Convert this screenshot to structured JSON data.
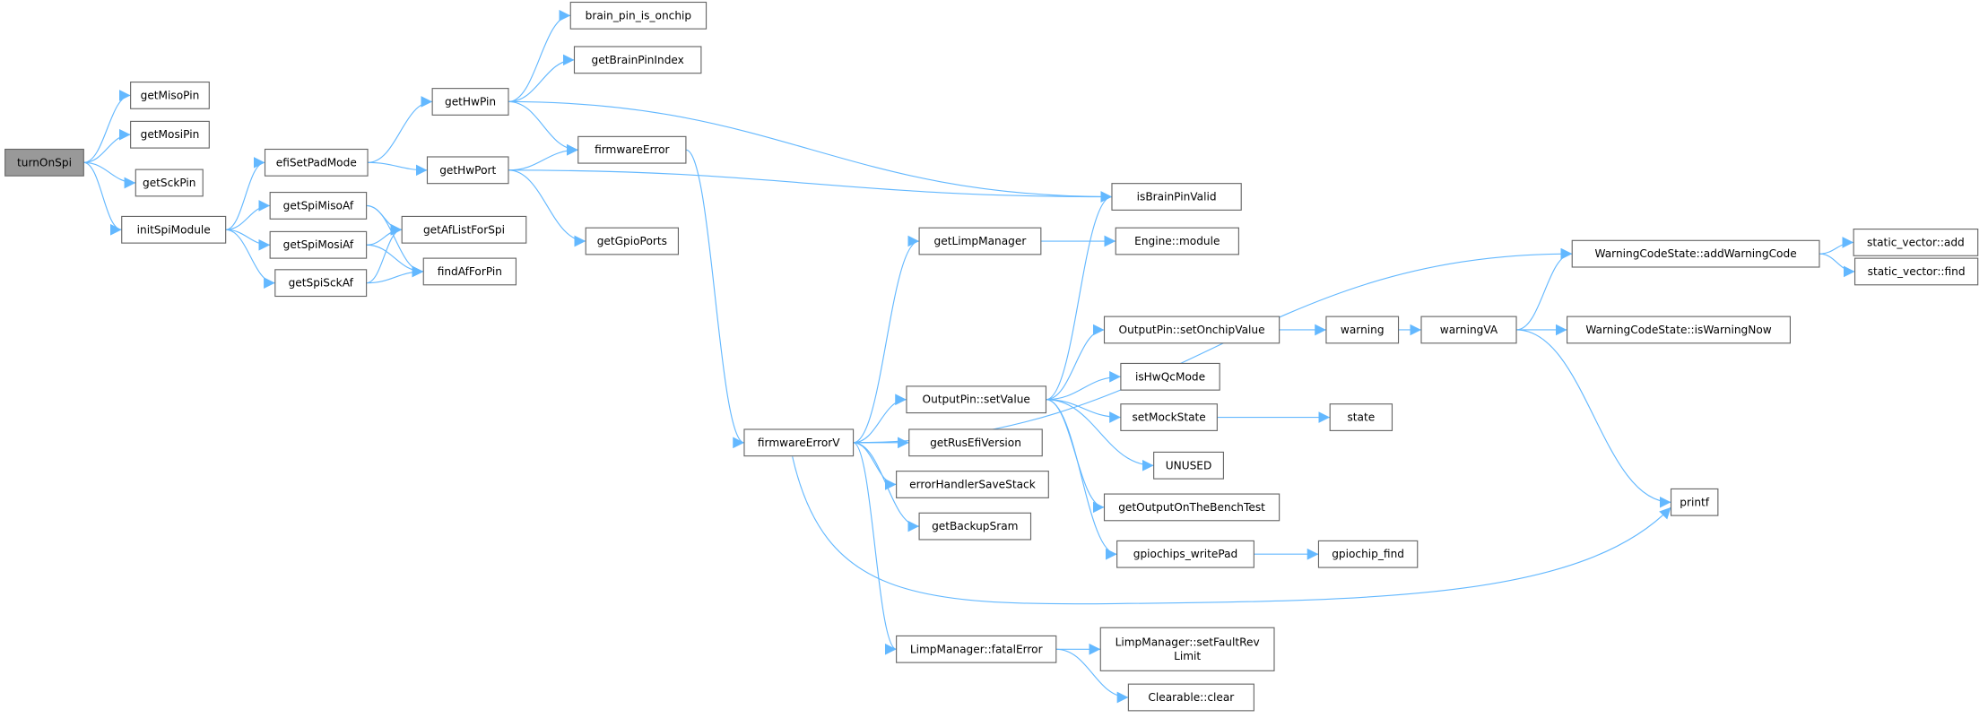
{
  "title": "turnOnSpi call graph",
  "colors": {
    "edge": "#63b8ff",
    "node_border": "#666666",
    "root_fill": "#999999",
    "node_fill": "#ffffff"
  },
  "nodes": [
    {
      "id": "turnOnSpi",
      "label": [
        "turnOnSpi"
      ],
      "root": true
    },
    {
      "id": "getMisoPin",
      "label": [
        "getMisoPin"
      ]
    },
    {
      "id": "getMosiPin",
      "label": [
        "getMosiPin"
      ]
    },
    {
      "id": "getSckPin",
      "label": [
        "getSckPin"
      ]
    },
    {
      "id": "initSpiModule",
      "label": [
        "initSpiModule"
      ]
    },
    {
      "id": "efiSetPadMode",
      "label": [
        "efiSetPadMode"
      ]
    },
    {
      "id": "getSpiMisoAf",
      "label": [
        "getSpiMisoAf"
      ]
    },
    {
      "id": "getSpiMosiAf",
      "label": [
        "getSpiMosiAf"
      ]
    },
    {
      "id": "getSpiSckAf",
      "label": [
        "getSpiSckAf"
      ]
    },
    {
      "id": "getAfListForSpi",
      "label": [
        "getAfListForSpi"
      ]
    },
    {
      "id": "findAfForPin",
      "label": [
        "findAfForPin"
      ]
    },
    {
      "id": "getHwPin",
      "label": [
        "getHwPin"
      ]
    },
    {
      "id": "getHwPort",
      "label": [
        "getHwPort"
      ]
    },
    {
      "id": "brain_pin_is_onchip",
      "label": [
        "brain_pin_is_onchip"
      ]
    },
    {
      "id": "getBrainPinIndex",
      "label": [
        "getBrainPinIndex"
      ]
    },
    {
      "id": "firmwareError",
      "label": [
        "firmwareError"
      ]
    },
    {
      "id": "getGpioPorts",
      "label": [
        "getGpioPorts"
      ]
    },
    {
      "id": "isBrainPinValid",
      "label": [
        "isBrainPinValid"
      ]
    },
    {
      "id": "getLimpManager",
      "label": [
        "getLimpManager"
      ]
    },
    {
      "id": "Engine_module",
      "label": [
        "Engine::module"
      ]
    },
    {
      "id": "firmwareErrorV",
      "label": [
        "firmwareErrorV"
      ]
    },
    {
      "id": "OutputPin_setValue",
      "label": [
        "OutputPin::setValue"
      ]
    },
    {
      "id": "getRusEfiVersion",
      "label": [
        "getRusEfiVersion"
      ]
    },
    {
      "id": "errorHandlerSaveStack",
      "label": [
        "errorHandlerSaveStack"
      ]
    },
    {
      "id": "getBackupSram",
      "label": [
        "getBackupSram"
      ]
    },
    {
      "id": "LimpManager_fatalError",
      "label": [
        "LimpManager::fatalError"
      ]
    },
    {
      "id": "OutputPin_setOnchipValue",
      "label": [
        "OutputPin::setOnchipValue"
      ]
    },
    {
      "id": "isHwQcMode",
      "label": [
        "isHwQcMode"
      ]
    },
    {
      "id": "setMockState",
      "label": [
        "setMockState"
      ]
    },
    {
      "id": "UNUSED",
      "label": [
        "UNUSED"
      ]
    },
    {
      "id": "getOutputOnTheBenchTest",
      "label": [
        "getOutputOnTheBenchTest"
      ]
    },
    {
      "id": "gpiochips_writePad",
      "label": [
        "gpiochips_writePad"
      ]
    },
    {
      "id": "gpiochip_find",
      "label": [
        "gpiochip_find"
      ]
    },
    {
      "id": "state",
      "label": [
        "state"
      ]
    },
    {
      "id": "warning",
      "label": [
        "warning"
      ]
    },
    {
      "id": "warningVA",
      "label": [
        "warningVA"
      ]
    },
    {
      "id": "addWarningCode",
      "label": [
        "WarningCodeState::addWarningCode"
      ]
    },
    {
      "id": "isWarningNow",
      "label": [
        "WarningCodeState::isWarningNow"
      ]
    },
    {
      "id": "sv_add",
      "label": [
        "static_vector::add"
      ]
    },
    {
      "id": "sv_find",
      "label": [
        "static_vector::find"
      ]
    },
    {
      "id": "printf",
      "label": [
        "printf"
      ]
    },
    {
      "id": "setFaultRevLimit",
      "label": [
        "LimpManager::setFaultRev",
        "Limit"
      ]
    },
    {
      "id": "Clearable_clear",
      "label": [
        "Clearable::clear"
      ]
    }
  ],
  "edges": [
    [
      "turnOnSpi",
      "getMisoPin"
    ],
    [
      "turnOnSpi",
      "getMosiPin"
    ],
    [
      "turnOnSpi",
      "getSckPin"
    ],
    [
      "turnOnSpi",
      "initSpiModule"
    ],
    [
      "initSpiModule",
      "efiSetPadMode"
    ],
    [
      "initSpiModule",
      "getSpiMisoAf"
    ],
    [
      "initSpiModule",
      "getSpiMosiAf"
    ],
    [
      "initSpiModule",
      "getSpiSckAf"
    ],
    [
      "efiSetPadMode",
      "getHwPin"
    ],
    [
      "efiSetPadMode",
      "getHwPort"
    ],
    [
      "getSpiMisoAf",
      "getAfListForSpi"
    ],
    [
      "getSpiMisoAf",
      "findAfForPin"
    ],
    [
      "getSpiMosiAf",
      "getAfListForSpi"
    ],
    [
      "getSpiMosiAf",
      "findAfForPin"
    ],
    [
      "getSpiSckAf",
      "getAfListForSpi"
    ],
    [
      "getSpiSckAf",
      "findAfForPin"
    ],
    [
      "getHwPin",
      "brain_pin_is_onchip"
    ],
    [
      "getHwPin",
      "getBrainPinIndex"
    ],
    [
      "getHwPin",
      "firmwareError"
    ],
    [
      "getHwPin",
      "isBrainPinValid"
    ],
    [
      "getHwPort",
      "firmwareError"
    ],
    [
      "getHwPort",
      "isBrainPinValid"
    ],
    [
      "getHwPort",
      "getGpioPorts"
    ],
    [
      "firmwareError",
      "firmwareErrorV"
    ],
    [
      "firmwareErrorV",
      "getLimpManager"
    ],
    [
      "firmwareErrorV",
      "addWarningCode"
    ],
    [
      "firmwareErrorV",
      "OutputPin_setValue"
    ],
    [
      "firmwareErrorV",
      "getRusEfiVersion"
    ],
    [
      "firmwareErrorV",
      "errorHandlerSaveStack"
    ],
    [
      "firmwareErrorV",
      "getBackupSram"
    ],
    [
      "firmwareErrorV",
      "LimpManager_fatalError"
    ],
    [
      "firmwareErrorV",
      "printf"
    ],
    [
      "getLimpManager",
      "Engine_module"
    ],
    [
      "OutputPin_setValue",
      "isBrainPinValid"
    ],
    [
      "OutputPin_setValue",
      "OutputPin_setOnchipValue"
    ],
    [
      "OutputPin_setValue",
      "isHwQcMode"
    ],
    [
      "OutputPin_setValue",
      "setMockState"
    ],
    [
      "OutputPin_setValue",
      "UNUSED"
    ],
    [
      "OutputPin_setValue",
      "getOutputOnTheBenchTest"
    ],
    [
      "OutputPin_setValue",
      "gpiochips_writePad"
    ],
    [
      "OutputPin_setOnchipValue",
      "warning"
    ],
    [
      "warning",
      "warningVA"
    ],
    [
      "warningVA",
      "addWarningCode"
    ],
    [
      "warningVA",
      "isWarningNow"
    ],
    [
      "warningVA",
      "printf"
    ],
    [
      "addWarningCode",
      "sv_add"
    ],
    [
      "addWarningCode",
      "sv_find"
    ],
    [
      "setMockState",
      "state"
    ],
    [
      "gpiochips_writePad",
      "gpiochip_find"
    ],
    [
      "LimpManager_fatalError",
      "setFaultRevLimit"
    ],
    [
      "LimpManager_fatalError",
      "Clearable_clear"
    ]
  ]
}
